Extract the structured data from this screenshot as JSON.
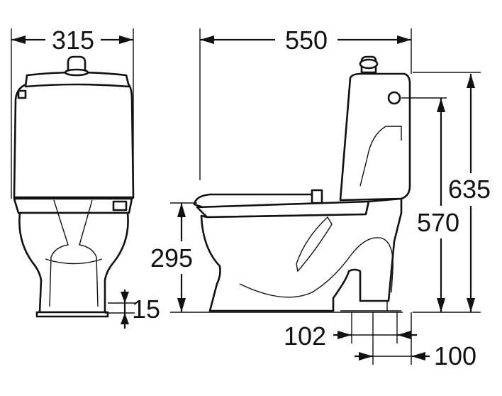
{
  "dimensions": {
    "front_width": "315",
    "side_length": "550",
    "total_height": "635",
    "cistern_inlet_height": "570",
    "seat_height": "295",
    "base_offset": "15",
    "outlet_distance_a": "102",
    "outlet_distance_b": "100"
  },
  "colors": {
    "line": "#111111",
    "background": "#ffffff"
  }
}
